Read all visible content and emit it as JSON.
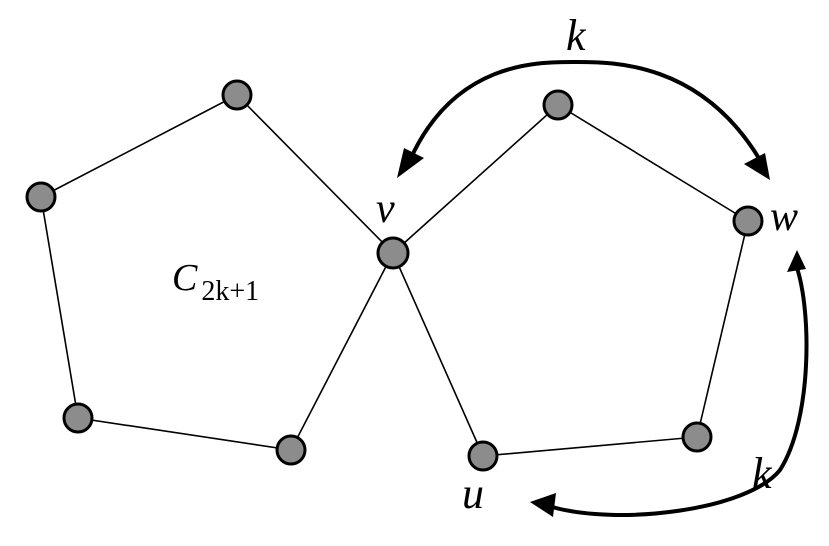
{
  "labels": {
    "v": "v",
    "w": "w",
    "u": "u",
    "k_top": "k",
    "k_right": "k"
  },
  "cycle_label": {
    "main": "C",
    "subscript": "2k+1"
  }
}
